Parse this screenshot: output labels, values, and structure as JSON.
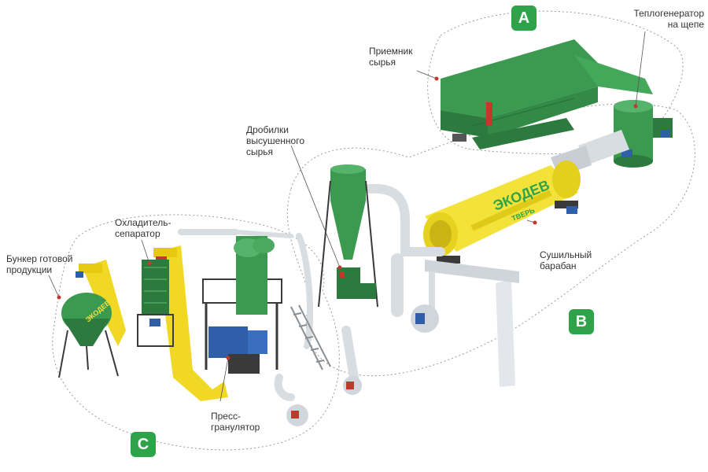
{
  "colors": {
    "accent_green": "#2fa34a",
    "machine_green": "#3b9a50",
    "dark_green": "#2c7a3e",
    "drum_yellow": "#f3e23a",
    "elevator_yellow": "#f0d824",
    "duct_grey": "#d8dde2",
    "steel_dark": "#3a3a3a",
    "motor_blue": "#2f5fa8",
    "zone_outline": "#9a9a9a",
    "leader_red": "#c0392b"
  },
  "zones": [
    {
      "badge": "A",
      "label": "Приемник\nсырья"
    },
    {
      "badge": "B"
    },
    {
      "badge": "C"
    }
  ],
  "labels": {
    "heat_generator": "Теплогенератор\nна щепе",
    "raw_receiver": "Приемник\nсырья",
    "crushers": "Дробилки\nвысушенного\nсырья",
    "dryer_drum": "Сушильный\nбарабан",
    "cooler_separator": "Охладитель-\nсепаратор",
    "product_bunker": "Бункер готовой\nпродукции",
    "pellet_press": "Пресс-\nгранулятор"
  },
  "drum_logo": {
    "line1": "ЭКОДЕВ",
    "line2": "ТВЕРЬ"
  },
  "bunker_logo": "ЭКОДЕВ"
}
